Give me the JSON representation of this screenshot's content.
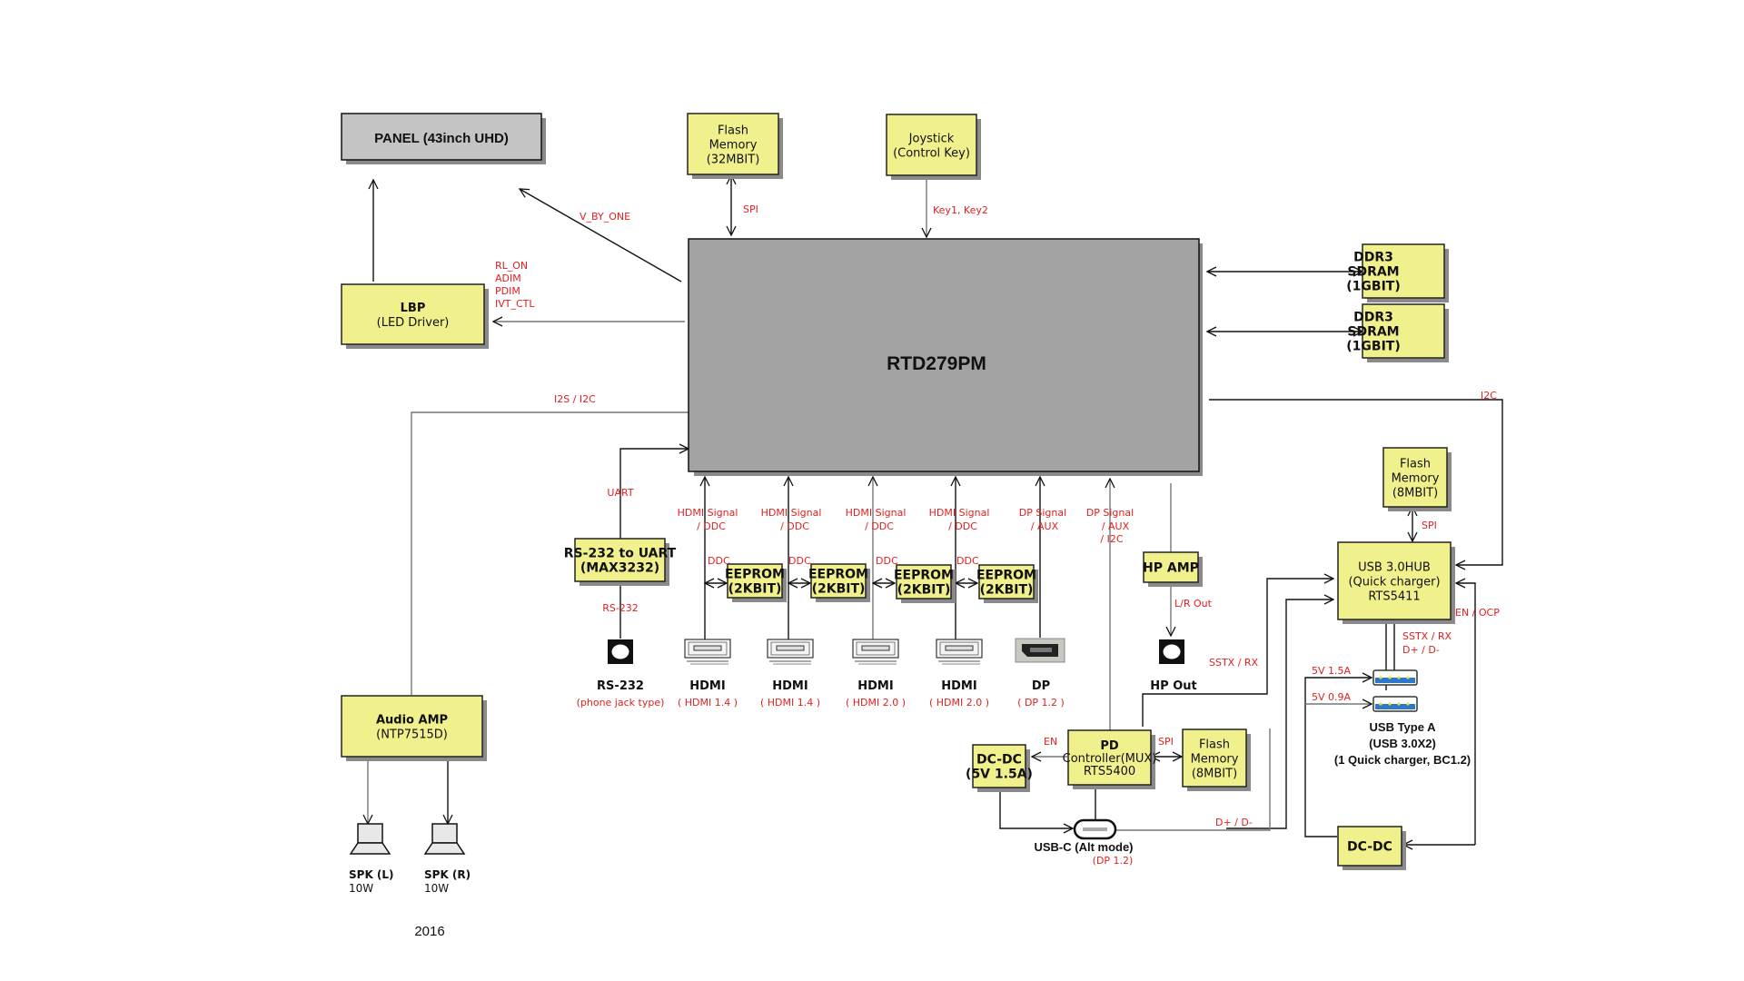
{
  "diagram": {
    "main_chip": {
      "label": "RTD279PM"
    },
    "blocks": {
      "panel": {
        "label": "PANEL (43inch UHD)"
      },
      "lbp": {
        "lines": [
          "LBP",
          "(LED Driver)"
        ]
      },
      "flash_spi": {
        "lines": [
          "Flash",
          "Memory",
          "(32MBIT)"
        ]
      },
      "joystick": {
        "lines": [
          "Joystick",
          "(Control Key)"
        ]
      },
      "ddr1": {
        "lines": [
          "DDR3",
          "SDRAM",
          "(1GBIT)"
        ]
      },
      "ddr2": {
        "lines": [
          "DDR3",
          "SDRAM",
          "(1GBIT)"
        ]
      },
      "audio_amp": {
        "lines": [
          "Audio AMP",
          "(NTP7515D)"
        ]
      },
      "rs232_uart": {
        "lines": [
          "RS-232 to UART",
          "(MAX3232)"
        ]
      },
      "eeprom1": {
        "lines": [
          "EEPROM",
          "(2KBIT)"
        ]
      },
      "eeprom2": {
        "lines": [
          "EEPROM",
          "(2KBIT)"
        ]
      },
      "eeprom3": {
        "lines": [
          "EEPROM",
          "(2KBIT)"
        ]
      },
      "eeprom4": {
        "lines": [
          "EEPROM",
          "(2KBIT)"
        ]
      },
      "hp_amp": {
        "lines": [
          "HP AMP"
        ]
      },
      "flash_hub": {
        "lines": [
          "Flash",
          "Memory",
          "(8MBIT)"
        ]
      },
      "usb_hub": {
        "lines": [
          "USB 3.0HUB",
          "(Quick charger)",
          "RTS5411"
        ]
      },
      "dcdc_left": {
        "lines": [
          "DC-DC",
          "(5V 1.5A)"
        ]
      },
      "pd_ctrl": {
        "lines": [
          "PD",
          "Controller(MUX)",
          "RTS5400"
        ]
      },
      "flash_pd": {
        "lines": [
          "Flash",
          "Memory",
          "(8MBIT)"
        ]
      },
      "dcdc_right": {
        "lines": [
          "DC-DC"
        ]
      }
    },
    "signals": {
      "v_by_one": "V_BY_ONE",
      "spi_top": "SPI",
      "keys": "Key1, Key2",
      "lbp_lines": [
        "RL_ON",
        "ADIM",
        "PDIM",
        "IVT_CTL"
      ],
      "i2s_i2c": "I2S / I2C",
      "i2c_right": "I2C",
      "uart": "UART",
      "rs232": "RS-232",
      "hdmi1": [
        "HDMI Signal",
        "/ DDC"
      ],
      "hdmi2": [
        "HDMI Signal",
        "/ DDC"
      ],
      "hdmi3": [
        "HDMI Signal",
        "/ DDC"
      ],
      "hdmi4": [
        "HDMI Signal",
        "/ DDC"
      ],
      "dp": [
        "DP Signal",
        "/ AUX"
      ],
      "dp_usbc": [
        "DP Signal",
        "/ AUX",
        "/ I2C"
      ],
      "ddc": "DDC",
      "lr_out": "L/R Out",
      "sstx_rx": "SSTX / RX",
      "spi_hub": "SPI",
      "en_ocp": "EN / OCP",
      "sstx_rx_dd": [
        "SSTX / RX",
        "D+ / D-"
      ],
      "v15": "5V 1.5A",
      "v09": "5V 0.9A",
      "en": "EN",
      "spi_pd": "SPI",
      "dpdm": "D+ / D-"
    },
    "ports": {
      "rs232": {
        "name": "RS-232",
        "sub": "(phone jack type)"
      },
      "hdmi1": {
        "name": "HDMI",
        "sub": "( HDMI 1.4 )"
      },
      "hdmi2": {
        "name": "HDMI",
        "sub": "( HDMI 1.4 )"
      },
      "hdmi3": {
        "name": "HDMI",
        "sub": "( HDMI 2.0 )"
      },
      "hdmi4": {
        "name": "HDMI",
        "sub": "( HDMI 2.0 )"
      },
      "dp": {
        "name": "DP",
        "sub": "( DP 1.2 )"
      },
      "hp_out": {
        "name": "HP Out"
      },
      "usbc": {
        "name": "USB-C (Alt mode)",
        "sub": "(DP 1.2)"
      },
      "usb_a": {
        "lines": [
          "USB Type A",
          "(USB 3.0X2)",
          "(1 Quick charger, BC1.2)"
        ]
      },
      "spk_l": {
        "name": "SPK (L)",
        "power": "10W"
      },
      "spk_r": {
        "name": "SPK (R)",
        "power": "10W"
      }
    },
    "year": "2016"
  }
}
